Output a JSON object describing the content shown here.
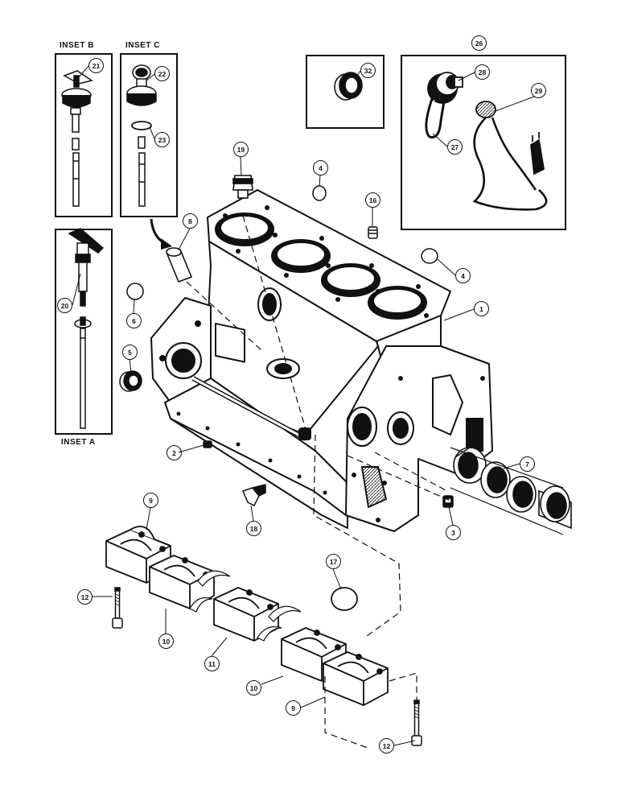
{
  "insets": {
    "a": "INSET A",
    "b": "INSET B",
    "c": "INSET C"
  },
  "callouts": {
    "c1": "1",
    "c2": "2",
    "c3": "3",
    "c4a": "4",
    "c4b": "4",
    "c5": "5",
    "c6": "6",
    "c7": "7",
    "c8": "8",
    "c9a": "9",
    "c9b": "9",
    "c10a": "10",
    "c10b": "10",
    "c11": "11",
    "c12a": "12",
    "c12b": "12",
    "c16": "16",
    "c17": "17",
    "c18": "18",
    "c19": "19",
    "c20": "20",
    "c21": "21",
    "c22": "22",
    "c23": "23",
    "c26": "26",
    "c27": "27",
    "c28": "28",
    "c29": "29",
    "c32": "32"
  }
}
